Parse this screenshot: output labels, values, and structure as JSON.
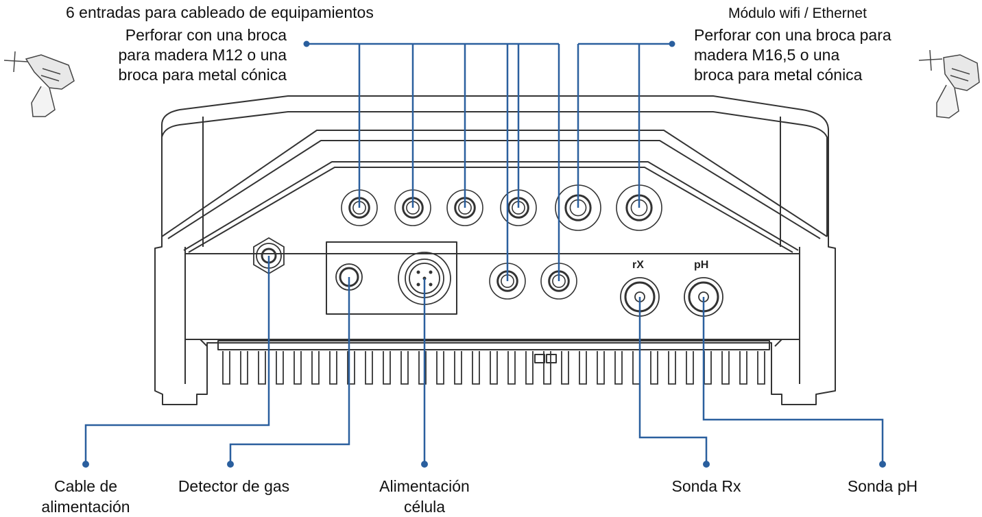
{
  "labels": {
    "equipment_entries": "6 entradas para cableado de equipamientos",
    "left_drill_line1": "Perforar con una broca",
    "left_drill_line2": "para madera M12 o una",
    "left_drill_line3": "broca para metal cónica",
    "wifi_module": "Módulo wifi / Ethernet",
    "right_drill_line1": "Perforar con una broca para",
    "right_drill_line2": "madera M16,5 o una",
    "right_drill_line3": "broca para metal cónica",
    "power_cable_line1": "Cable de",
    "power_cable_line2": "alimentación",
    "gas_detector": "Detector de gas",
    "cell_power_line1": "Alimentación",
    "cell_power_line2": "célula",
    "rx_probe": "Sonda Rx",
    "ph_probe": "Sonda pH",
    "port_rx": "rX",
    "port_ph": "pH"
  },
  "colors": {
    "leader": "#2a5f9e",
    "outline": "#333333",
    "fill": "#ffffff"
  },
  "icons": [
    "drill-icon-left",
    "drill-icon-right"
  ]
}
